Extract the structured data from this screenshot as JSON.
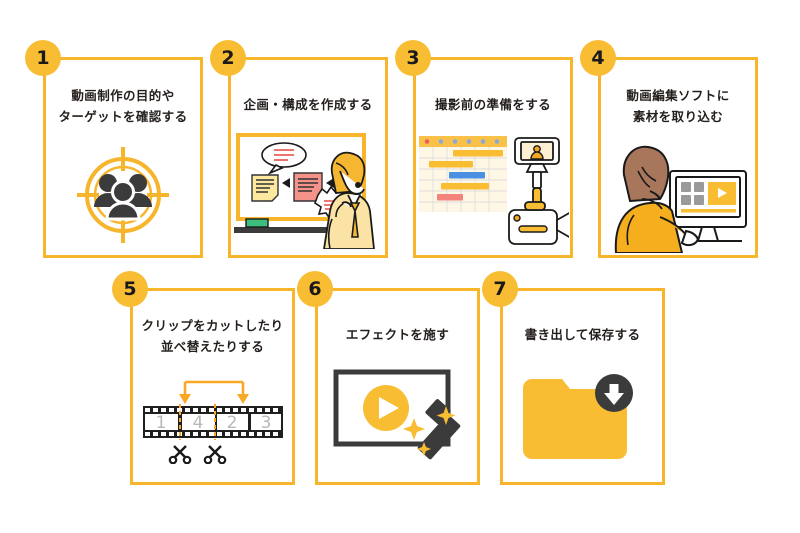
{
  "diagram": {
    "title_visible": false,
    "background": "#ffffff",
    "accent": "#F7B52C",
    "badge_color": "#F9BD34",
    "text_color": "#241f1c",
    "steps": [
      {
        "number": "1",
        "title": "動画制作の目的や\nターゲットを確認する",
        "icon": "target-audience-icon",
        "row": 1
      },
      {
        "number": "2",
        "title": "企画・構成を作成する",
        "icon": "whiteboard-planning-icon",
        "row": 1
      },
      {
        "number": "3",
        "title": "撮影前の準備をする",
        "icon": "schedule-camera-icon",
        "row": 1
      },
      {
        "number": "4",
        "title": "動画編集ソフトに\n素材を取り込む",
        "icon": "person-at-computer-icon",
        "row": 1
      },
      {
        "number": "5",
        "title": "クリップをカットしたり\n並べ替えたりする",
        "icon": "film-strip-cut-icon",
        "row": 2
      },
      {
        "number": "6",
        "title": "エフェクトを施す",
        "icon": "magic-wand-video-icon",
        "row": 2
      },
      {
        "number": "7",
        "title": "書き出して保存する",
        "icon": "folder-download-icon",
        "row": 2
      }
    ],
    "film_frames": [
      "1",
      "4",
      "2",
      "3"
    ]
  }
}
